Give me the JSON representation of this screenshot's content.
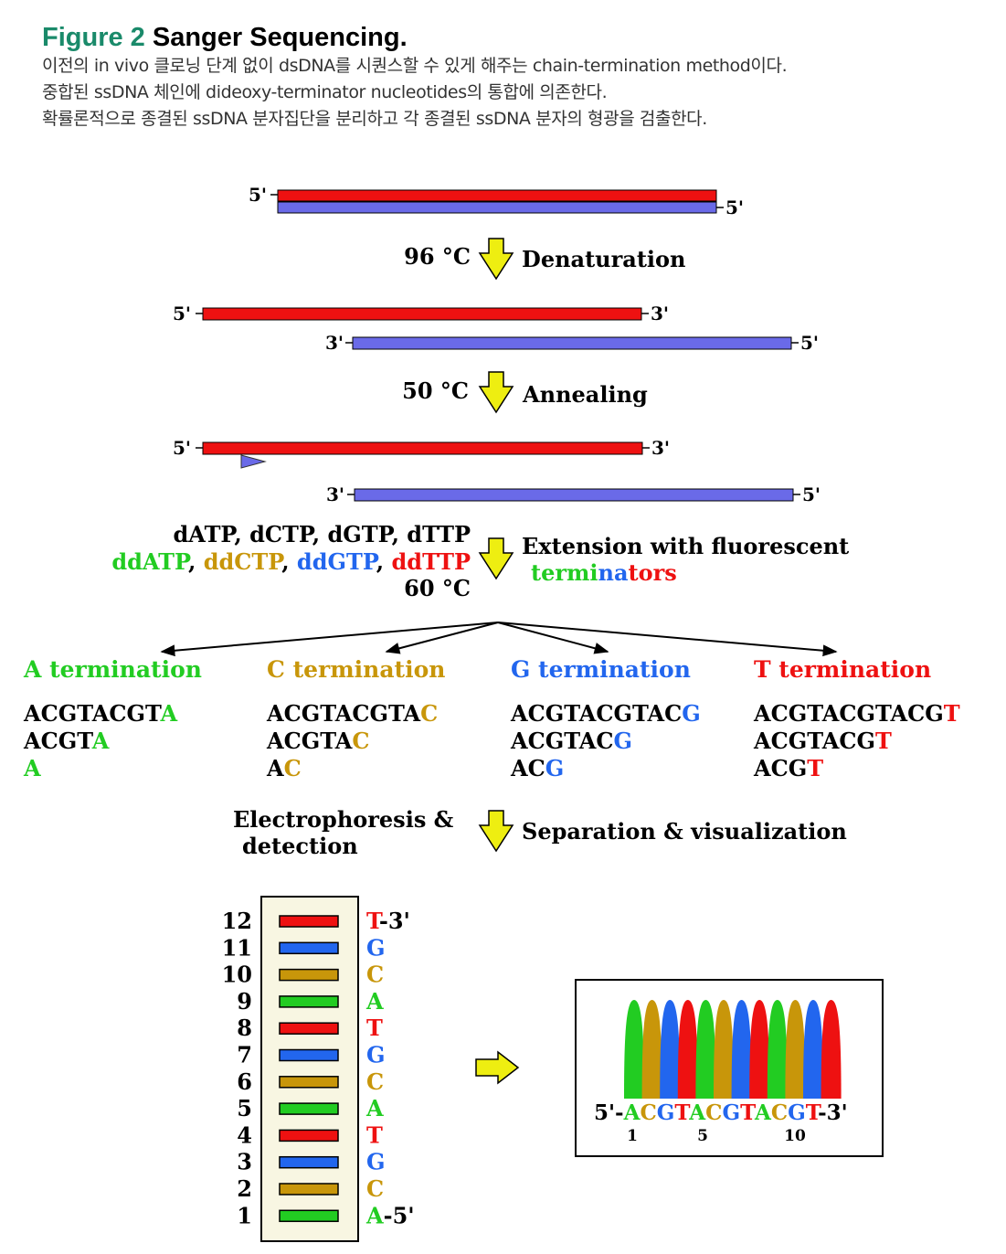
{
  "caption": {
    "figure_label": "Figure 2",
    "figure_title": "Sanger Sequencing.",
    "lines": [
      "이전의 in vivo 클로닝 단계 없이 dsDNA를 시퀀스할 수 있게 해주는 chain-termination method이다.",
      "중합된 ssDNA 체인에 dideoxy-terminator nucleotides의 통합에 의존한다.",
      "확률론적으로 종결된 ssDNA 분자집단을 분리하고 각 종결된 ssDNA 분자의 형광을 검출한다."
    ]
  },
  "colors": {
    "A": "#22cc22",
    "C": "#c8960a",
    "G": "#2266ee",
    "T": "#ee1111",
    "strand_top": "#ee1111",
    "strand_bottom": "#6a6ae8",
    "arrow": "#eeee11"
  },
  "strand_ends": {
    "five": "5'",
    "three": "3'"
  },
  "steps": {
    "denaturation": {
      "temp": "96 °C",
      "label": "Denaturation"
    },
    "annealing": {
      "temp": "50 °C",
      "label": "Annealing"
    },
    "extension": {
      "dntps": "dATP, dCTP, dGTP, dTTP",
      "ddntps": [
        "ddATP",
        "ddCTP",
        "ddGTP",
        "ddTTP"
      ],
      "ddntp_separator": ",",
      "temp": "60 °C",
      "label_line1": "Extension with fluorescent",
      "label_line2_parts": [
        "termi",
        "na",
        "tors"
      ]
    },
    "electrophoresis": {
      "left_line1": "Electrophoresis &",
      "left_line2": "detection",
      "right": "Separation & visualization"
    }
  },
  "terminations": [
    {
      "base": "A",
      "label": "A termination",
      "fragments": [
        "ACGTACGTA",
        "ACGTA",
        "A"
      ]
    },
    {
      "base": "C",
      "label": "C termination",
      "fragments": [
        "ACGTACGTAC",
        "ACGTAC",
        "AC"
      ]
    },
    {
      "base": "G",
      "label": "G termination",
      "fragments": [
        "ACGTACGTACG",
        "ACGTACG",
        "ACG"
      ]
    },
    {
      "base": "T",
      "label": "T termination",
      "fragments": [
        "ACGTACGTACGT",
        "ACGTACGT",
        "ACGT"
      ]
    }
  ],
  "gel": {
    "bands": [
      {
        "pos": "12",
        "base": "T",
        "suffix": "-3'"
      },
      {
        "pos": "11",
        "base": "G",
        "suffix": ""
      },
      {
        "pos": "10",
        "base": "C",
        "suffix": ""
      },
      {
        "pos": "9",
        "base": "A",
        "suffix": ""
      },
      {
        "pos": "8",
        "base": "T",
        "suffix": ""
      },
      {
        "pos": "7",
        "base": "G",
        "suffix": ""
      },
      {
        "pos": "6",
        "base": "C",
        "suffix": ""
      },
      {
        "pos": "5",
        "base": "A",
        "suffix": ""
      },
      {
        "pos": "4",
        "base": "T",
        "suffix": ""
      },
      {
        "pos": "3",
        "base": "G",
        "suffix": ""
      },
      {
        "pos": "2",
        "base": "C",
        "suffix": ""
      },
      {
        "pos": "1",
        "base": "A",
        "suffix": "-5'"
      }
    ]
  },
  "chromatogram": {
    "prefix": "5'-",
    "sequence": "ACGTACGTACGT",
    "suffix": "-3'",
    "ticks": [
      "1",
      "5",
      "10"
    ]
  }
}
